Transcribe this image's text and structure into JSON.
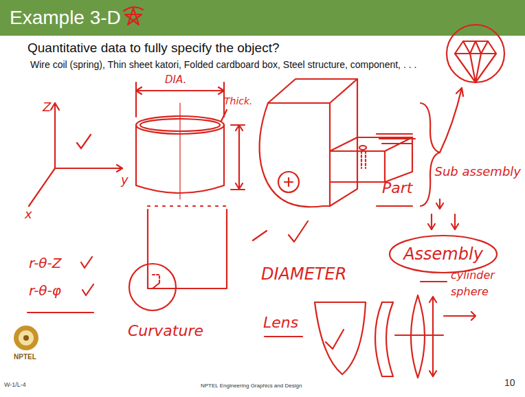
{
  "diagram": {
    "title": "Example 3-D",
    "nodes": [
      {
        "text": [
          "Assembly"
        ]
      }
    ],
    "labels": [
      "Quantitative data to fully specify the object?",
      "Wire coil (spring), Thin sheet katori, Folded cardboard box, Steel structure, component, . . .",
      "Z",
      "y",
      "x",
      "DIA.",
      "Thick.",
      "r-θ-Z",
      "r-θ-φ",
      "Curvature",
      "DIAMETER",
      "Lens",
      "Part",
      "Sub assembly",
      "cylinder",
      "sphere",
      "W-1/L-4",
      "NPTEL",
      "NPTEL Engineering Graphics and Design",
      "10"
    ]
  }
}
